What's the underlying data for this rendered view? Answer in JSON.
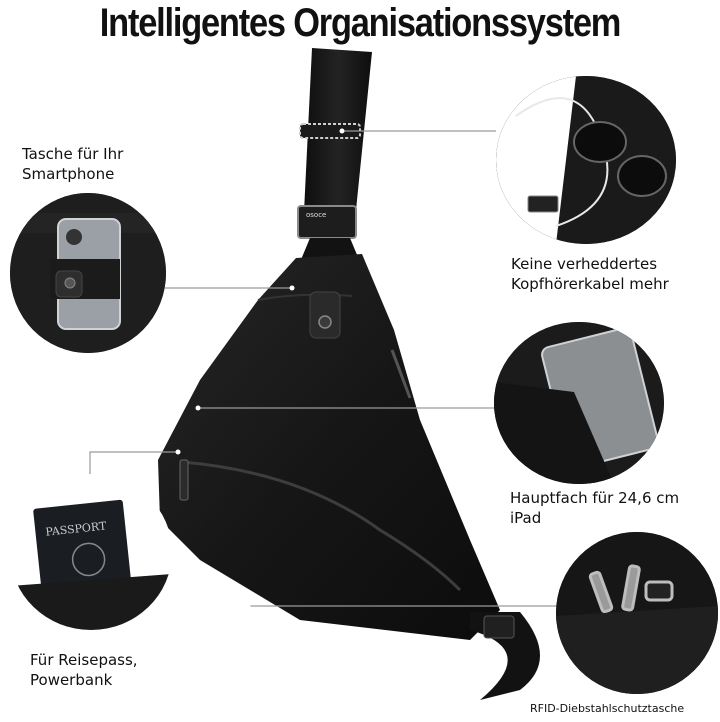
{
  "title": "Intelligentes Organisationssystem",
  "labels": {
    "smartphone": [
      "Tasche für Ihr",
      "Smartphone"
    ],
    "kopfhoerer": [
      "Keine verheddertes",
      "Kopfhörerkabel mehr"
    ],
    "ipad": [
      "Hauptfach für 24,6 cm",
      "iPad"
    ],
    "reisepass": [
      "Für Reisepass,",
      "Powerbank"
    ],
    "rfid": "RFID-Diebstahlschutztasche"
  },
  "product_marks": {
    "brand": "osoce",
    "passport": "PASSPORT"
  },
  "colors": {
    "bag": "#141414",
    "bag_highlight": "#262626",
    "background": "#ffffff",
    "leader_line": "#9a9a9a"
  }
}
